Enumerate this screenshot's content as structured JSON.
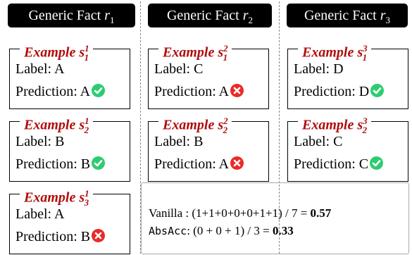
{
  "headers": [
    {
      "text": "Generic Fact ",
      "var": "r",
      "sub": "1"
    },
    {
      "text": "Generic Fact ",
      "var": "r",
      "sub": "2"
    },
    {
      "text": "Generic Fact ",
      "var": "r",
      "sub": "3"
    }
  ],
  "columns": [
    {
      "examples": [
        {
          "title": "Example ",
          "s": "s",
          "sup": "1",
          "sub": "1",
          "label_text": "Label: A",
          "prediction_text": "Prediction: A",
          "correct": true
        },
        {
          "title": "Example ",
          "s": "s",
          "sup": "1",
          "sub": "2",
          "label_text": "Label: B",
          "prediction_text": "Prediction: B",
          "correct": true
        },
        {
          "title": "Example ",
          "s": "s",
          "sup": "1",
          "sub": "3",
          "label_text": "Label: A",
          "prediction_text": "Prediction: B",
          "correct": false
        }
      ]
    },
    {
      "examples": [
        {
          "title": "Example ",
          "s": "s",
          "sup": "2",
          "sub": "1",
          "label_text": "Label: C",
          "prediction_text": "Prediction: A",
          "correct": false
        },
        {
          "title": "Example ",
          "s": "s",
          "sup": "2",
          "sub": "2",
          "label_text": "Label: B",
          "prediction_text": "Prediction: A",
          "correct": false
        }
      ]
    },
    {
      "examples": [
        {
          "title": "Example ",
          "s": "s",
          "sup": "3",
          "sub": "1",
          "label_text": "Label: D",
          "prediction_text": "Prediction: D",
          "correct": true
        },
        {
          "title": "Example ",
          "s": "s",
          "sup": "3",
          "sub": "2",
          "label_text": "Label: C",
          "prediction_text": "Prediction: C",
          "correct": true
        }
      ]
    }
  ],
  "summary": {
    "vanilla_label": "Vanilla",
    "vanilla_formula": " : (1+1+0+0+0+1+1) / 7 = ",
    "vanilla_value": "0.57",
    "absacc_label": "AbsAcc",
    "absacc_formula": ": (0 + 0 + 1) / 3 = ",
    "absacc_value": "0.33"
  },
  "colors": {
    "title": "#b00d0d",
    "correct": "#2ecc71",
    "incorrect": "#ea2a2a"
  }
}
